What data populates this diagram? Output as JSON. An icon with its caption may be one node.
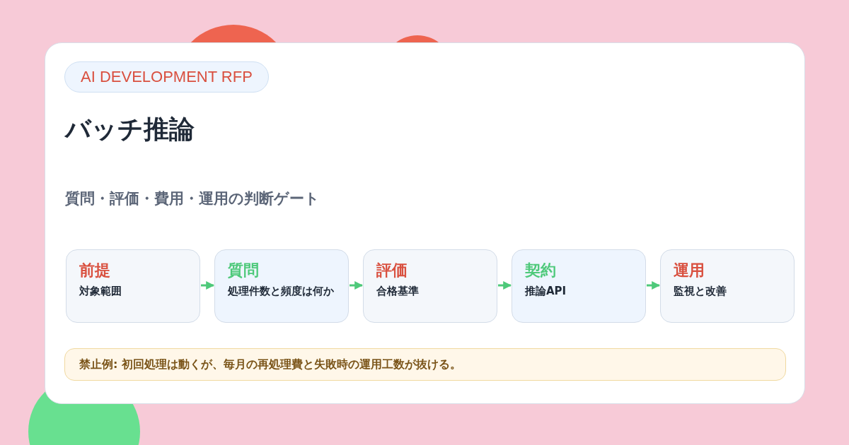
{
  "diagram": {
    "title": "バッチ推論",
    "nodes": [
      {
        "text": [
          "前提",
          "対象範囲"
        ]
      },
      {
        "text": [
          "質問",
          "処理件数と頻度は何か"
        ]
      },
      {
        "text": [
          "評価",
          "合格基準"
        ]
      },
      {
        "text": [
          "契約",
          "推論API"
        ]
      },
      {
        "text": [
          "運用",
          "監視と改善"
        ]
      }
    ],
    "edges": [
      {
        "from": 0,
        "to": 1,
        "arrow": "to"
      },
      {
        "from": 1,
        "to": 2,
        "arrow": "to"
      },
      {
        "from": 2,
        "to": 3,
        "arrow": "to"
      },
      {
        "from": 3,
        "to": 4,
        "arrow": "to"
      }
    ],
    "labels": [
      "AI DEVELOPMENT RFP",
      "質問・評価・費用・運用の判断ゲート",
      "禁止例: 初回処理は動くが、毎月の再処理費と失敗時の運用工数が抜ける。"
    ]
  }
}
